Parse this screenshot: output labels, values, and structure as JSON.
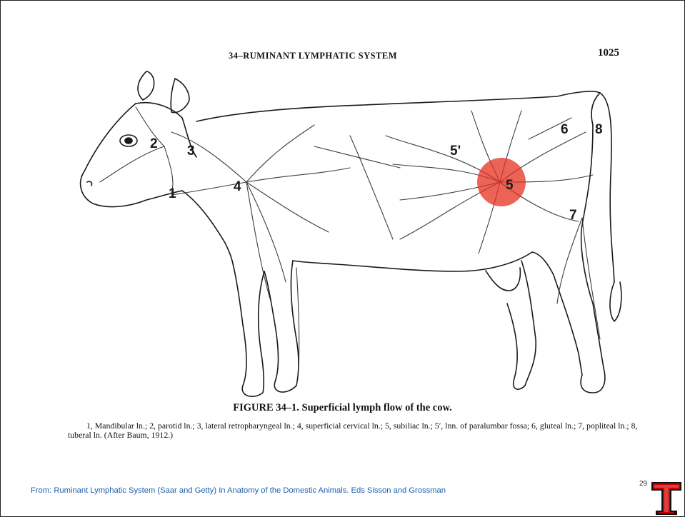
{
  "header": {
    "running_head": "34–RUMINANT LYMPHATIC SYSTEM",
    "page_number": "1025"
  },
  "figure": {
    "node_labels": [
      "1",
      "2",
      "3",
      "4",
      "5",
      "5'",
      "6",
      "7",
      "8"
    ],
    "highlight_color": "#e53020"
  },
  "caption": {
    "title": "FIGURE 34–1.   Superficial lymph flow of the cow.",
    "legend": "1, Mandibular ln.; 2, parotid ln.; 3, lateral retropharyngeal ln.; 4, superficial cervical ln.; 5, subiliac ln.; 5′, lnn. of paralumbar fossa; 6, gluteal ln.; 7, popliteal ln.; 8, tuberal ln. (After Baum, 1912.)"
  },
  "footer": {
    "source": "From: Ruminant Lymphatic System (Saar and Getty) In Anatomy of the Domestic Animals.  Eds Sisson and Grossman",
    "slide_number": "29",
    "logo_colors": {
      "red": "#cc0000",
      "black": "#111111"
    }
  }
}
